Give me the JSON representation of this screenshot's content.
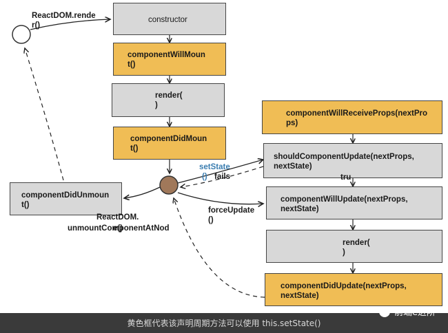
{
  "boxes": {
    "constructor": "constructor",
    "componentWillMount": [
      "componentWillMoun",
      "t()"
    ],
    "render_left": [
      "render(",
      ")"
    ],
    "componentDidMount": [
      "componentDidMoun",
      "t()"
    ],
    "componentDidUnmount": [
      "componentDidUnmoun",
      "t()"
    ],
    "componentWillReceiveProps": [
      "componentWillReceiveProps(nextPro",
      "ps)"
    ],
    "shouldComponentUpdate": [
      "shouldComponentUpdate(nextProps,",
      "nextState)"
    ],
    "componentWillUpdate": [
      "componentWillUpdate(nextProps,",
      "nextState)"
    ],
    "render_right": [
      "render(",
      ")"
    ],
    "componentDidUpdate": [
      "componentDidUpdate(nextProps,",
      "nextState)"
    ]
  },
  "labels": {
    "reactdom_render": [
      "ReactDOM.rende",
      "r()"
    ],
    "setstate": [
      "setState",
      "()"
    ],
    "fails": "fails",
    "true": "tru",
    "force_update": [
      "forceUpdate",
      "()"
    ],
    "unmount": [
      "ReactDOM.",
      "unmountComponentAtNod",
      "e()"
    ]
  },
  "caption": "黄色框代表该声明周期方法可以使用 this.setState()",
  "watermark": "前端e进阶",
  "colors": {
    "yellow_box": "#f0bd55",
    "gray_box": "#d8d8d8",
    "setstate_label": "#3a7db0",
    "state_circle": "#a0785a"
  }
}
